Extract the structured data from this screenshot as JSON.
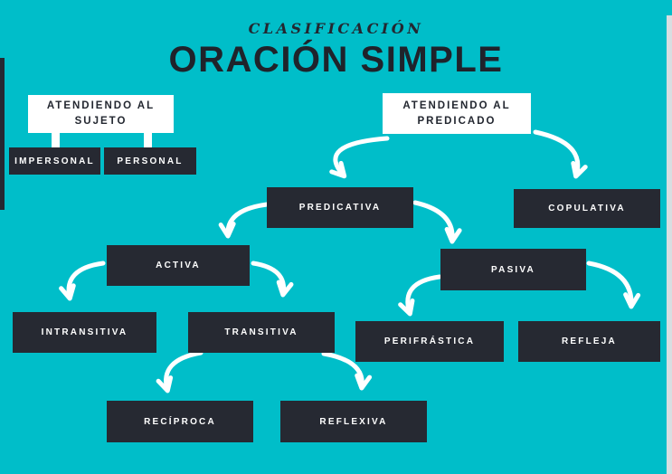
{
  "title": {
    "eyebrow": "CLASIFICACIÓN",
    "main": "ORACIÓN SIMPLE"
  },
  "colors": {
    "background": "#00bec9",
    "box_dark": "#262932",
    "box_light": "#ffffff",
    "arrow": "#ffffff",
    "title_text": "#1f232b",
    "edge_strip_right": "#d8dee1"
  },
  "nodes": {
    "sujeto": {
      "line1": "ATENDIENDO AL",
      "line2": "SUJETO"
    },
    "predicado": {
      "line1": "ATENDIENDO AL",
      "line2": "PREDICADO"
    },
    "impersonal": {
      "label": "IMPERSONAL"
    },
    "personal": {
      "label": "PERSONAL"
    },
    "predicativa": {
      "label": "PREDICATIVA"
    },
    "copulativa": {
      "label": "COPULATIVA"
    },
    "activa": {
      "label": "ACTIVA"
    },
    "pasiva": {
      "label": "PASIVA"
    },
    "intransitiva": {
      "label": "INTRANSITIVA"
    },
    "transitiva": {
      "label": "TRANSITIVA"
    },
    "perifrastica": {
      "label": "PERIFRÁSTICA"
    },
    "refleja": {
      "label": "REFLEJA"
    },
    "reciproca": {
      "label": "RECÍPROCA"
    },
    "reflexiva": {
      "label": "REFLEXIVA"
    }
  },
  "edges": [
    {
      "from": "ATENDIENDO AL SUJETO",
      "to": "IMPERSONAL"
    },
    {
      "from": "ATENDIENDO AL SUJETO",
      "to": "PERSONAL"
    },
    {
      "from": "ATENDIENDO AL PREDICADO",
      "to": "PREDICATIVA"
    },
    {
      "from": "ATENDIENDO AL PREDICADO",
      "to": "COPULATIVA"
    },
    {
      "from": "PREDICATIVA",
      "to": "ACTIVA"
    },
    {
      "from": "PREDICATIVA",
      "to": "PASIVA"
    },
    {
      "from": "ACTIVA",
      "to": "INTRANSITIVA"
    },
    {
      "from": "ACTIVA",
      "to": "TRANSITIVA"
    },
    {
      "from": "PASIVA",
      "to": "PERIFRÁSTICA"
    },
    {
      "from": "PASIVA",
      "to": "REFLEJA"
    },
    {
      "from": "TRANSITIVA",
      "to": "RECÍPROCA"
    },
    {
      "from": "TRANSITIVA",
      "to": "REFLEXIVA"
    }
  ]
}
